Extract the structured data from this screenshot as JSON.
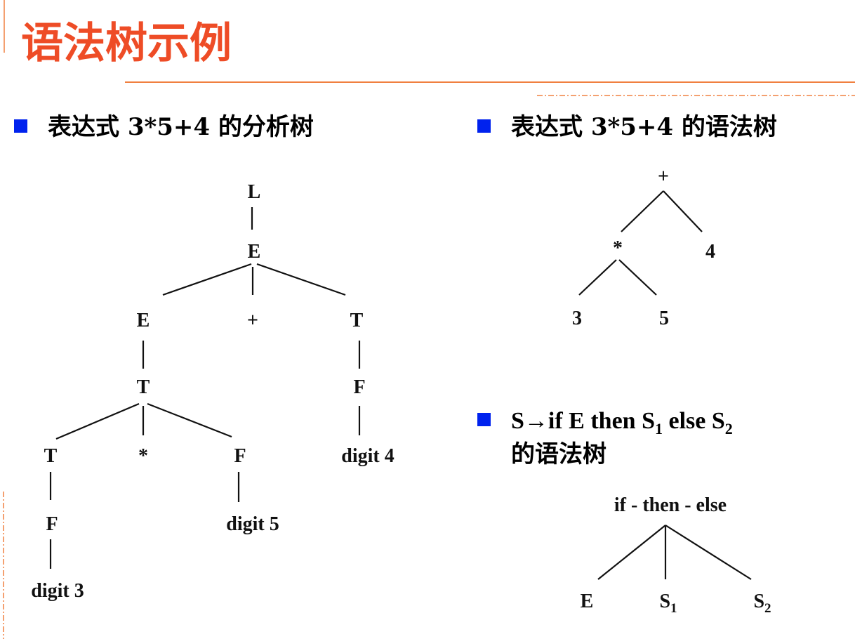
{
  "title": "语法树示例",
  "colors": {
    "title": "#ee4c26",
    "rule": "#f08040",
    "bullet": "#0022ee"
  },
  "bullets": {
    "parse_tree": "表达式 3*5+4 的分析树",
    "syntax_tree": "表达式 3*5+4 的语法树",
    "if_rule": {
      "a": "S→if E then S",
      "sub1": "1",
      "b": " else S",
      "sub2": "2",
      "line2": "的语法树"
    }
  },
  "parse_tree": {
    "L": "L",
    "E_root": "E",
    "E_left": "E",
    "plus": "+",
    "T_right": "T",
    "T_mid": "T",
    "F_right": "F",
    "T_low": "T",
    "star": "*",
    "F_mid": "F",
    "digit4": "digit 4",
    "F_low": "F",
    "digit5": "digit 5",
    "digit3": "digit 3"
  },
  "syntax_tree": {
    "plus": "+",
    "star": "*",
    "four": "4",
    "three": "3",
    "five": "5"
  },
  "if_tree": {
    "root": "if - then - else",
    "E": "E",
    "S": "S",
    "sub1": "1",
    "sub2": "2"
  }
}
